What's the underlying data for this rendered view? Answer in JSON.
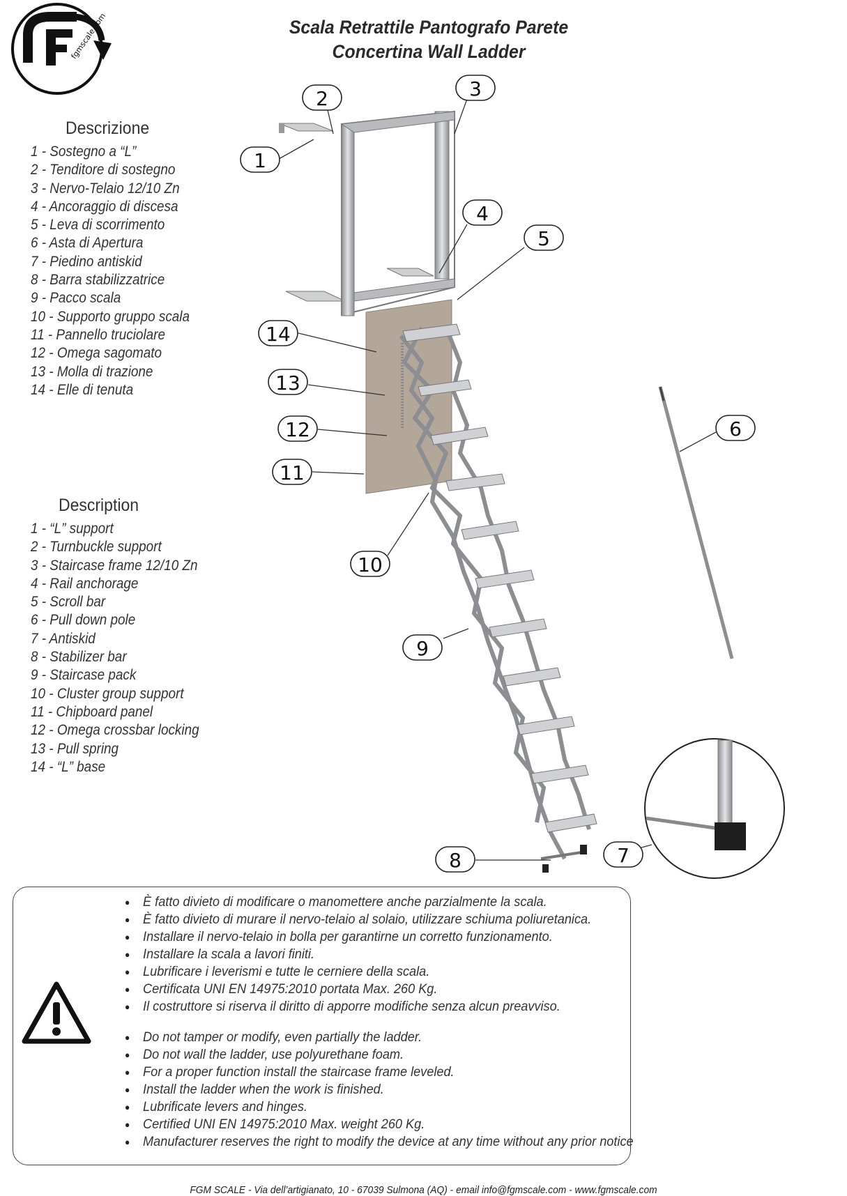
{
  "logo": {
    "letters": "F",
    "text": "fgmscale.com"
  },
  "title": {
    "line1": "Scala Retrattile Pantografo  Parete",
    "line2": "Concertina  Wall Ladder"
  },
  "descrizione": {
    "heading": "Descrizione",
    "items": [
      "1 - Sostegno a “L”",
      "2 - Tenditore di sostegno",
      "3 - Nervo-Telaio 12/10 Zn",
      "4 - Ancoraggio di discesa",
      "5 - Leva di scorrimento",
      "6 - Asta di Apertura",
      "7 - Piedino antiskid",
      "8 - Barra stabilizzatrice",
      "9 - Pacco scala",
      "10 - Supporto gruppo scala",
      "11 - Pannello truciolare",
      "12 - Omega sagomato",
      "13 - Molla di trazione",
      "14 - Elle di tenuta"
    ]
  },
  "description": {
    "heading": "Description",
    "items": [
      "1 - “L” support",
      "2 - Turnbuckle support",
      "3 - Staircase frame 12/10 Zn",
      "4 - Rail anchorage",
      "5 - Scroll bar",
      "6 - Pull down pole",
      "7 - Antiskid",
      "8 - Stabilizer bar",
      "9 - Staircase pack",
      "10 - Cluster group support",
      "11 - Chipboard panel",
      "12 - Omega crossbar locking",
      "13 - Pull spring",
      "14 - “L” base"
    ]
  },
  "callouts": [
    "1",
    "2",
    "3",
    "4",
    "5",
    "6",
    "7",
    "8",
    "9",
    "10",
    "11",
    "12",
    "13",
    "14"
  ],
  "warning_icon": "warning-triangle-icon",
  "notes_it": [
    "È fatto divieto di modificare o manomettere anche parzialmente la scala.",
    "È fatto divieto di murare il nervo-telaio al solaio, utilizzare schiuma poliuretanica.",
    "Installare il nervo-telaio in bolla per garantirne un corretto funzionamento.",
    "Installare la scala a lavori finiti.",
    "Lubrificare i leverismi e tutte le cerniere della scala.",
    "Certificata UNI EN 14975:2010 portata Max. 260 Kg.",
    "Il costruttore si riserva il diritto di apporre modifiche senza alcun preavviso."
  ],
  "notes_en": [
    "Do not tamper or modify, even partially the ladder.",
    "Do not wall the ladder, use polyurethane foam.",
    "For a proper function install the staircase frame leveled.",
    "Install the ladder when the work is finished.",
    "Lubrificate levers and hinges.",
    "Certified UNI EN 14975:2010 Max. weight 260 Kg.",
    "Manufacturer reserves the right to modify the device at any time without any prior notice"
  ],
  "footer": "FGM SCALE - Via dell’artigianato, 10 - 67039 Sulmona (AQ) - email info@fgmscale.com  -  www.fgmscale.com"
}
